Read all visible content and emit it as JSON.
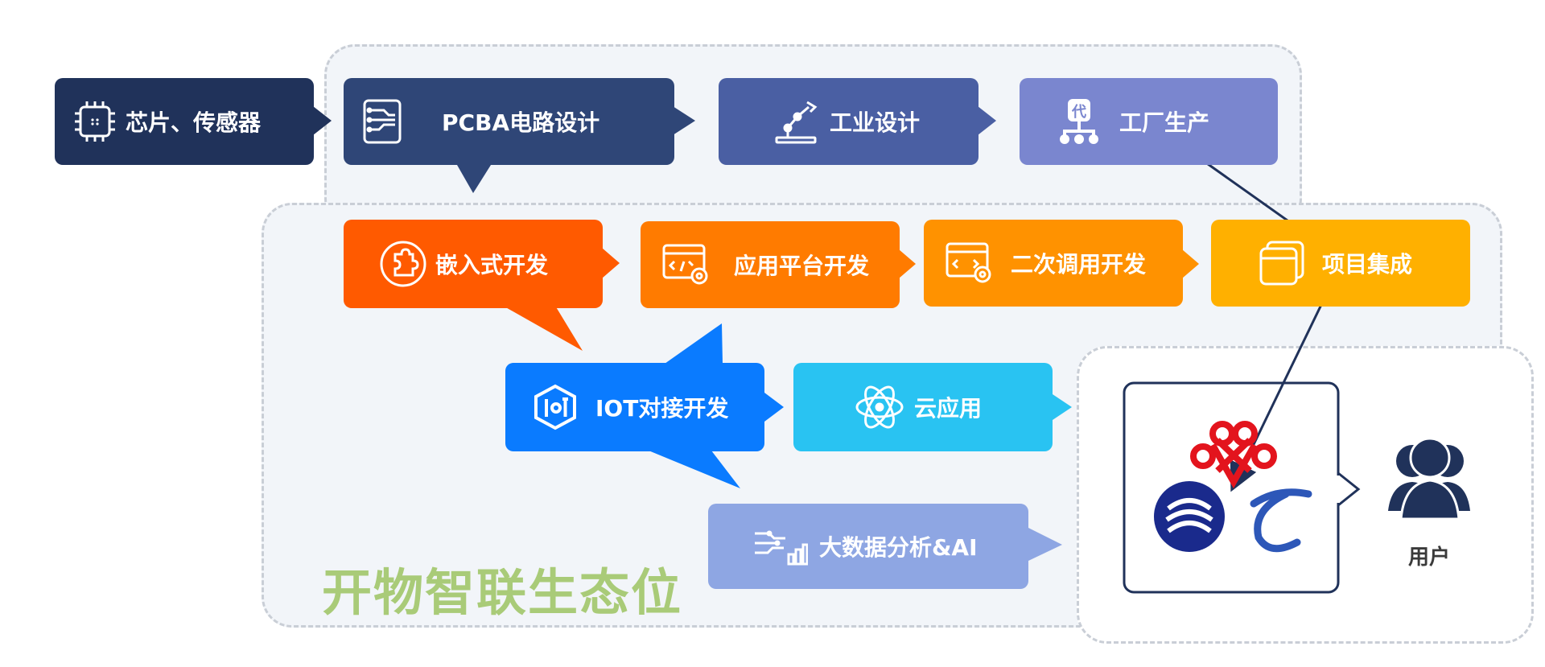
{
  "colors": {
    "navy": "#20325a",
    "navy2": "#2f4677",
    "indigo": "#4a5fa3",
    "periwinkle": "#7a86cf",
    "orange_red": "#ff5a00",
    "orange": "#ff7b00",
    "orange_light": "#ff9200",
    "amber": "#ffb000",
    "blue": "#0a7bff",
    "sky": "#29c3f2",
    "lavender": "#8ea6e3",
    "green_text": "#a9cb78",
    "zone_fill": "#f2f5f9",
    "dash": "#c9ced6"
  },
  "nodes": {
    "chips": {
      "label": "芯片、传感器",
      "icon": "chip-icon"
    },
    "pcba": {
      "label": "PCBA电路设计",
      "icon": "circuit-icon"
    },
    "industrial": {
      "label": "工业设计",
      "icon": "robot-arm-icon"
    },
    "factory": {
      "label": "工厂生产",
      "icon": "factory-network-icon"
    },
    "embedded": {
      "label": "嵌入式开发",
      "icon": "puzzle-icon"
    },
    "app_platform": {
      "label": "应用平台开发",
      "icon": "code-gear-icon"
    },
    "secondary": {
      "label": "二次调用开发",
      "icon": "code-gear-icon"
    },
    "integration": {
      "label": "项目集成",
      "icon": "windows-icon"
    },
    "iot": {
      "label": "IOT对接开发",
      "icon": "iot-hex-icon"
    },
    "cloud": {
      "label": "云应用",
      "icon": "cloud-atom-icon"
    },
    "bigdata": {
      "label": "大数据分析&AI",
      "icon": "data-chart-icon"
    }
  },
  "ecosystem_label": "开物智联生态位",
  "carriers": [
    "china-unicom-logo",
    "china-mobile-logo",
    "china-telecom-logo"
  ],
  "user": {
    "label": "用户",
    "icon": "users-icon"
  }
}
